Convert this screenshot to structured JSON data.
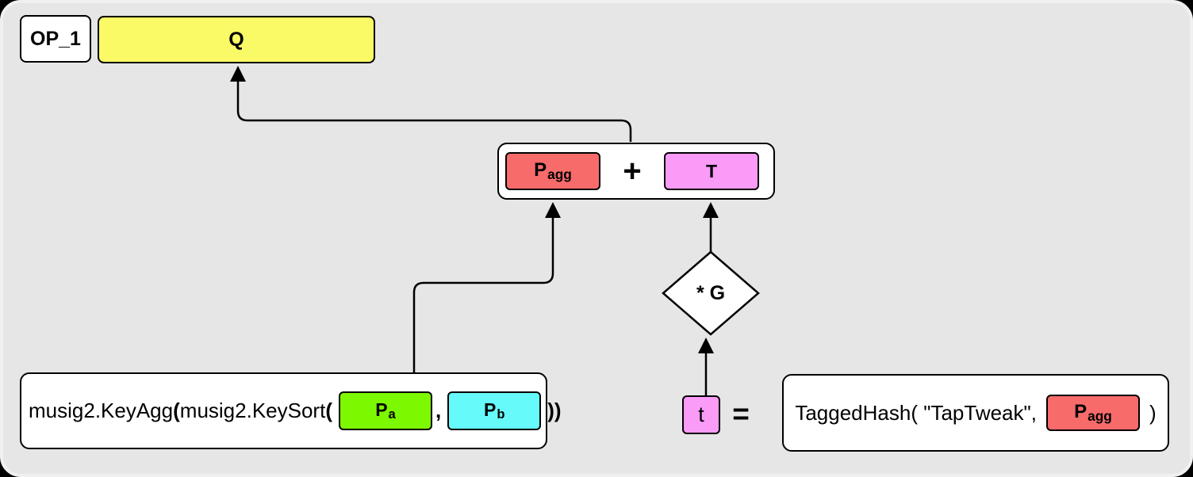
{
  "colors": {
    "page_outside": "#000000",
    "canvas_background": "#e6e6e6",
    "stroke": "#000000",
    "q_yellow": "#fafa66",
    "pagg_red": "#f86b6b",
    "tweak_violet": "#fa9bf8",
    "pa_green": "#7cf800",
    "pb_cyan": "#66fafa",
    "node_white": "#ffffff"
  },
  "op1": {
    "label": "OP_1"
  },
  "q": {
    "label": "Q"
  },
  "sum": {
    "pagg": {
      "base": "P",
      "sub": "agg"
    },
    "plus": "+",
    "t": {
      "label": "T"
    }
  },
  "mult": {
    "label": "* G"
  },
  "keyagg": {
    "fn1": "musig2.KeyAgg",
    "paren1": "(",
    "fn2": "musig2.KeySort",
    "paren2": "(",
    "pa": {
      "base": "P",
      "sub": "a"
    },
    "comma": ",",
    "pb": {
      "base": "P",
      "sub": "b"
    },
    "close": "))"
  },
  "tweak": {
    "t": "t",
    "equals": "=",
    "hash_prefix": "TaggedHash( \"TapTweak\",",
    "pagg": {
      "base": "P",
      "sub": "agg"
    },
    "close": ")"
  }
}
